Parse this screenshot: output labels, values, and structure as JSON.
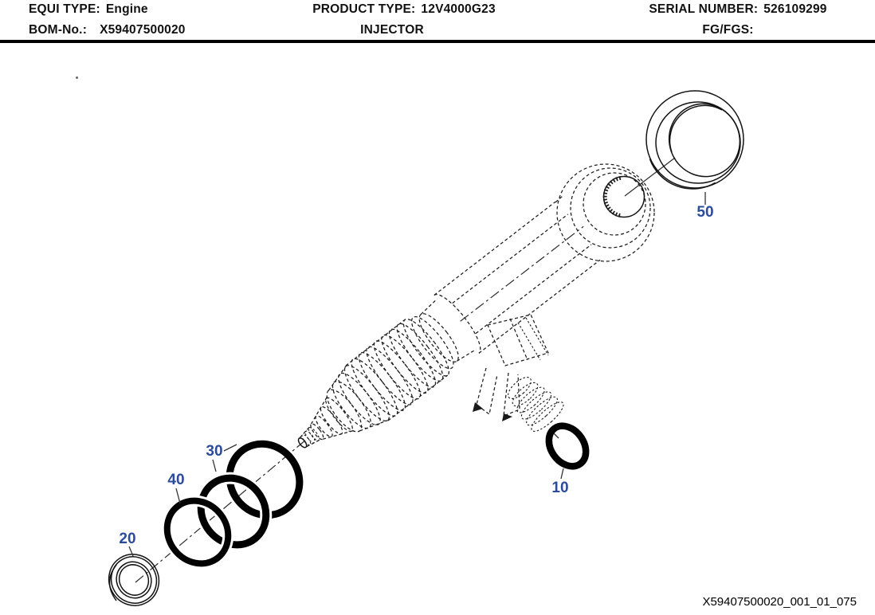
{
  "header": {
    "equi": {
      "label": "EQUI TYPE:",
      "value": "Engine"
    },
    "product": {
      "label": "PRODUCT TYPE:",
      "value": "12V4000G23"
    },
    "serial": {
      "label": "SERIAL NUMBER:",
      "value": "526109299"
    },
    "bom": {
      "label": "BOM-No.:",
      "value": "X59407500020"
    },
    "product_name": "INJECTOR",
    "fg": {
      "label": "FG/FGS:",
      "value": ""
    }
  },
  "diagram": {
    "callouts": [
      {
        "label": "10"
      },
      {
        "label": "20"
      },
      {
        "label": "30"
      },
      {
        "label": "40"
      },
      {
        "label": "50"
      }
    ],
    "figure_code": "X59407500020_001_01_075",
    "colors": {
      "callout": "#2b4b9b",
      "line": "#1c1c1c",
      "oring": "#000000"
    }
  }
}
